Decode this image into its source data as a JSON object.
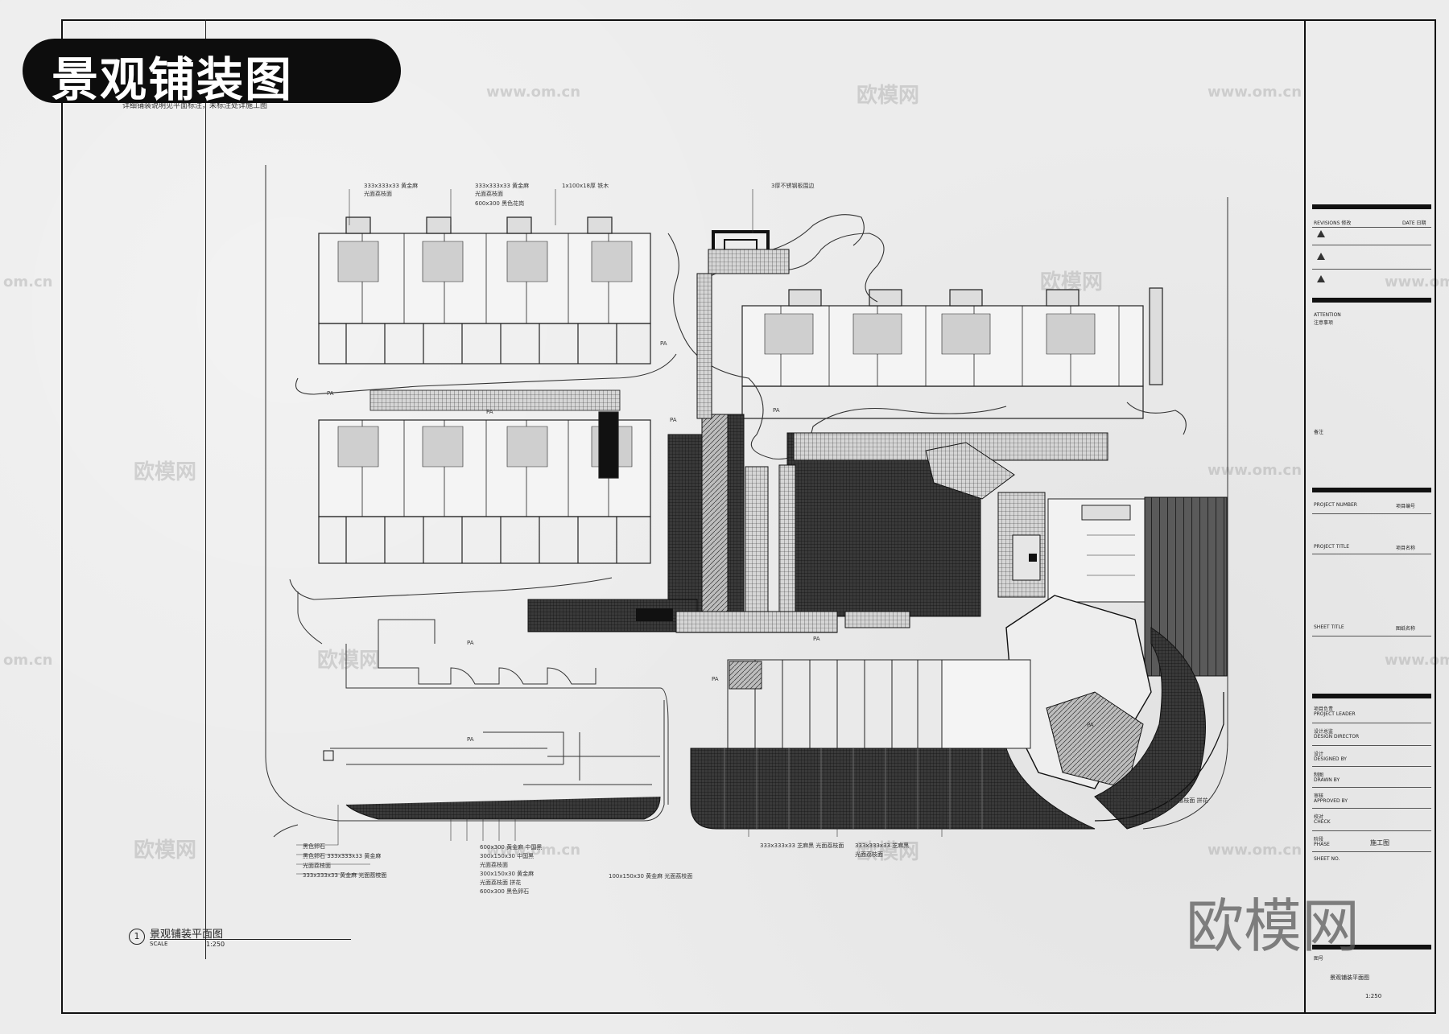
{
  "header": {
    "badge_title": "景观铺装图",
    "note": "详细铺装说明见平面标注，未标注处详施工图"
  },
  "watermarks": {
    "brand": "欧模网",
    "url": "www.om.cn",
    "url_partial": "om.cn"
  },
  "big_watermark": "欧模网",
  "plan": {
    "area_label": "PA",
    "callouts_top": [
      "333x333x33 黄金麻",
      "光面荔枝面",
      "333x333x33 黄金麻",
      "光面荔枝面",
      "600x300 黑色花岗",
      "1x100x18厚 铁木",
      "3厚不锈钢板围边"
    ],
    "callouts_bottom": [
      "黑色卵石",
      "黑色卵石 333x333x33 黄金麻",
      "光面荔枝面",
      "333x333x33 黄金麻 光面荔枝面",
      "600x300 黄金麻 中国黑",
      "300x150x30 中国黑",
      "光面荔枝面",
      "300x150x30 黄金麻",
      "光面荔枝面 拼花",
      "600x300 黑色卵石",
      "100x150x30 黄金麻 光面荔枝面",
      "333x333x33 芝麻黑 光面荔枝面",
      "333x333x33 芝麻黑",
      "光面荔枝面",
      "333x333x33 芝麻黑 光面荔枝面 拼花"
    ]
  },
  "caption": {
    "number": "1",
    "title": "景观铺装平面图",
    "scale_label": "SCALE",
    "scale_value": "1:250"
  },
  "title_block": {
    "revisions": "REVISIONS",
    "revisions_cn": "修改",
    "date": "DATE",
    "date_cn": "日期",
    "attention": "ATTENTION",
    "attention_cn": "注意事项",
    "remark": "备注",
    "project_number": "PROJECT NUMBER",
    "project_number_cn": "项目编号",
    "project_title": "PROJECT TITLE",
    "project_title_cn": "项目名称",
    "sheet_title": "SHEET TITLE",
    "sheet_title_cn": "图纸名称",
    "leader": "PROJECT LEADER",
    "leader_cn": "项目负责",
    "director": "DESIGN DIRECTOR",
    "director_cn": "设计总监",
    "designed": "DESIGNED BY",
    "designed_cn": "设计",
    "drawn": "DRAWN BY",
    "drawn_cn": "制图",
    "approved": "APPROVED BY",
    "approved_cn": "审核",
    "check": "CHECK",
    "check_cn": "校对",
    "phase": "PHASE",
    "phase_cn": "阶段",
    "phase_value": "施工图",
    "sheet_no": "SHEET NO.",
    "sheet_no_cn": "图号",
    "sheet_name": "景观铺装平面图",
    "scale": "1:250"
  }
}
